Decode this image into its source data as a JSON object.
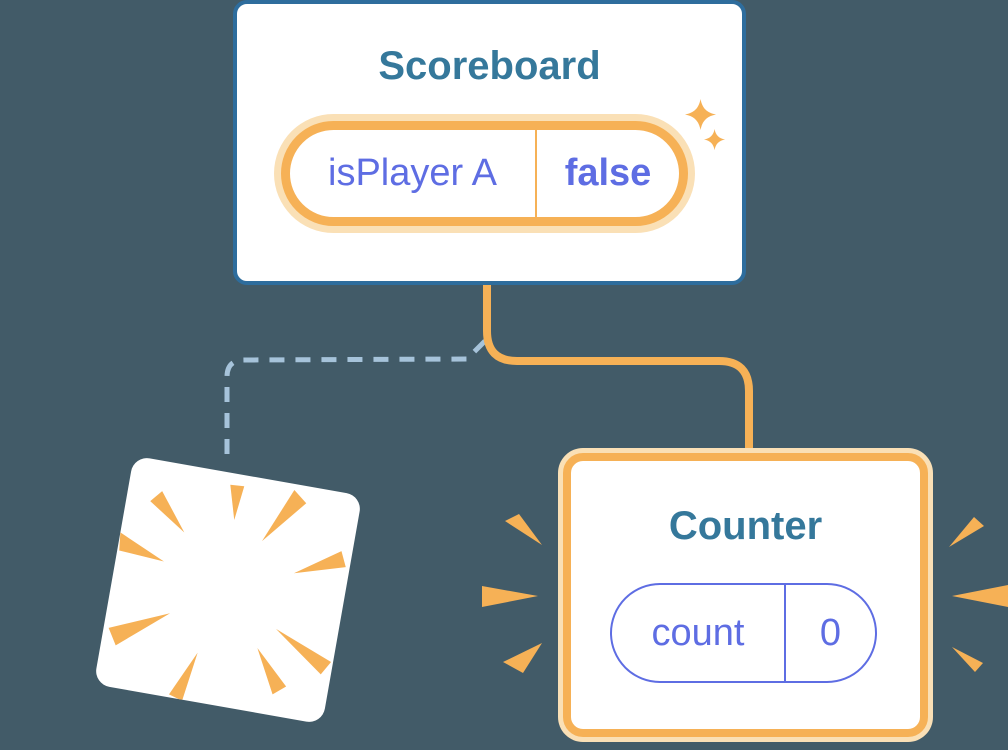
{
  "colors": {
    "bg": "#425B68",
    "blueBorder": "#2E6D9D",
    "blueTitle": "#35789B",
    "orange": "#F6B156",
    "orangeGlow": "#FAE0B6",
    "purple": "#5E6DE3",
    "dashedBlue": "#A6C3DA",
    "white": "#FFFFFF"
  },
  "scoreboard_card": {
    "title": "Scoreboard",
    "state_pill": {
      "name": "isPlayer A",
      "value": "false"
    }
  },
  "counter_card": {
    "title": "Counter",
    "state_pill": {
      "name": "count",
      "value": "0"
    }
  },
  "connectors": {
    "active_branch": "solid-orange-line-to-counter",
    "destroyed_branch": "dashed-blue-line-to-removed-card"
  },
  "icons": {
    "sparkle": "4-point-star",
    "poof": "radial-burst-wedges",
    "emphasis": "attention-wedges"
  }
}
